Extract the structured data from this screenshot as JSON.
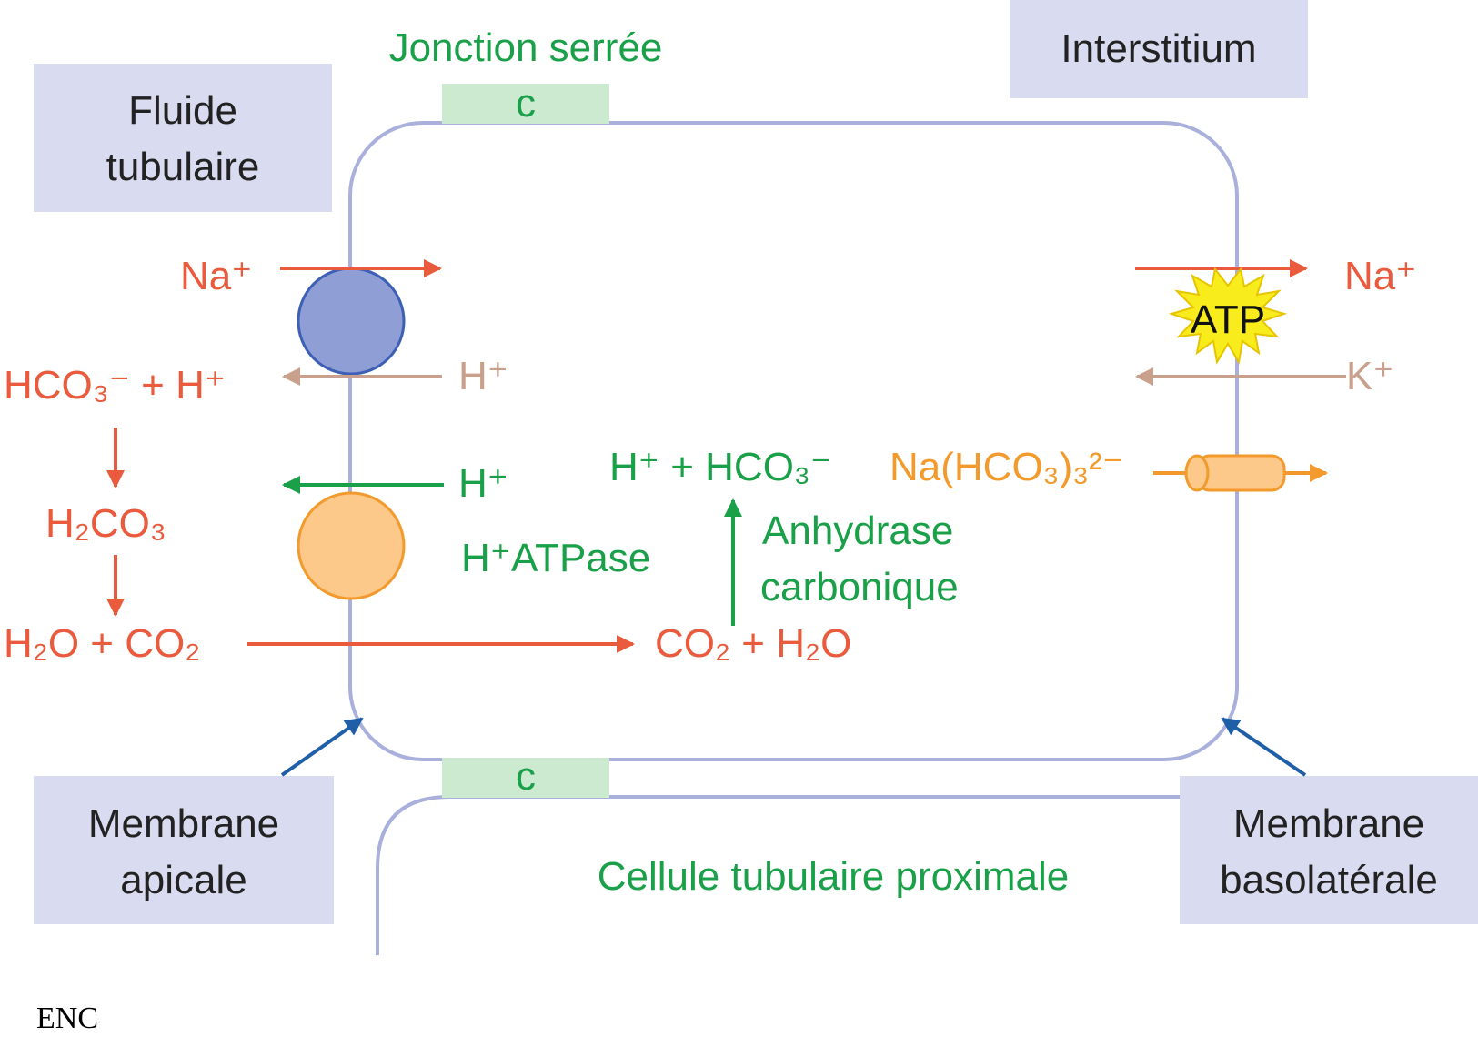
{
  "labels": {
    "fluid_line1": "Fluide",
    "fluid_line2": "tubulaire",
    "interstitium": "Interstitium",
    "tight_junction": "Jonction serrée",
    "junction_c": "c",
    "apical_line1": "Membrane",
    "apical_line2": "apicale",
    "basolateral_line1": "Membrane",
    "basolateral_line2": "basolatérale",
    "cell": "Cellule tubulaire proximale",
    "h_atpase": "H⁺ATPase",
    "anhydrase_line1": "Anhydrase",
    "anhydrase_line2": "carbonique",
    "atp": "ATP",
    "logo": "ENC"
  },
  "species": {
    "na_left": "Na⁺",
    "na_right": "Na⁺",
    "h_apical": "H⁺",
    "k_right": "K⁺",
    "h_green": "H⁺",
    "hco3_h": "HCO₃⁻ + H⁺",
    "h2co3": "H₂CO₃",
    "h2o_co2": "H₂O + CO₂",
    "co2_h2o": "CO₂ + H₂O",
    "h_hco3": "H⁺ + HCO₃⁻",
    "na_hco3": "Na(HCO₃)₃²⁻"
  },
  "colors": {
    "red": "#ea5a3d",
    "tan": "#c9a08c",
    "green": "#1aa049",
    "orange": "#f39a2c",
    "navy": "#1f5fa8",
    "membrane": "#a9b0dc",
    "label_box": "#d9dbf0",
    "junction": "#cbead0",
    "transporter_blue": "#8f9fd6",
    "transporter_orange": "#fcc98a",
    "atp": "#f8ec1c"
  }
}
